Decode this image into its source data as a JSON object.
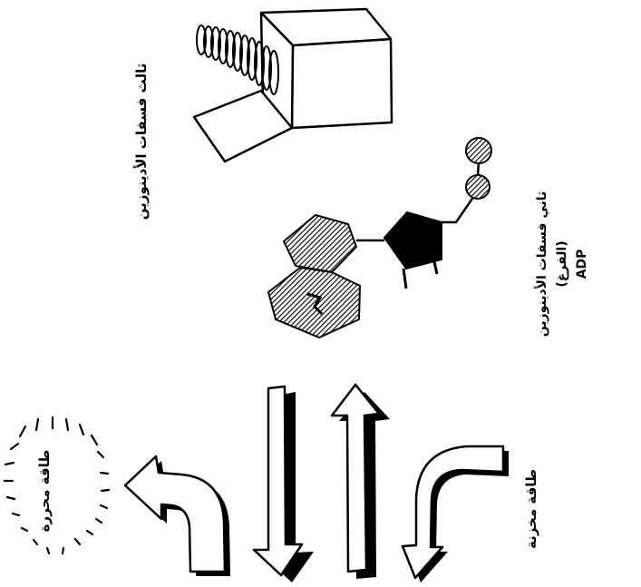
{
  "labels": {
    "top_molecule": "ثالث فسفات الأدينوزين",
    "adp_line1": "ثاني فسفات الأدينوزين",
    "adp_line2": "(الفرغ)",
    "adp_line3": "ADP",
    "released_energy": "طاقة محررة",
    "stored_energy": "طاقة مخزنة"
  },
  "colors": {
    "ink": "#000000",
    "paper": "#ffffff",
    "hatch": "#1a1a1a"
  },
  "icons": [
    "compressed-spring-box-icon",
    "adp-molecule-icon",
    "down-arrow-icon",
    "up-arrow-icon",
    "bent-arrow-icon",
    "energy-burst-icon"
  ]
}
